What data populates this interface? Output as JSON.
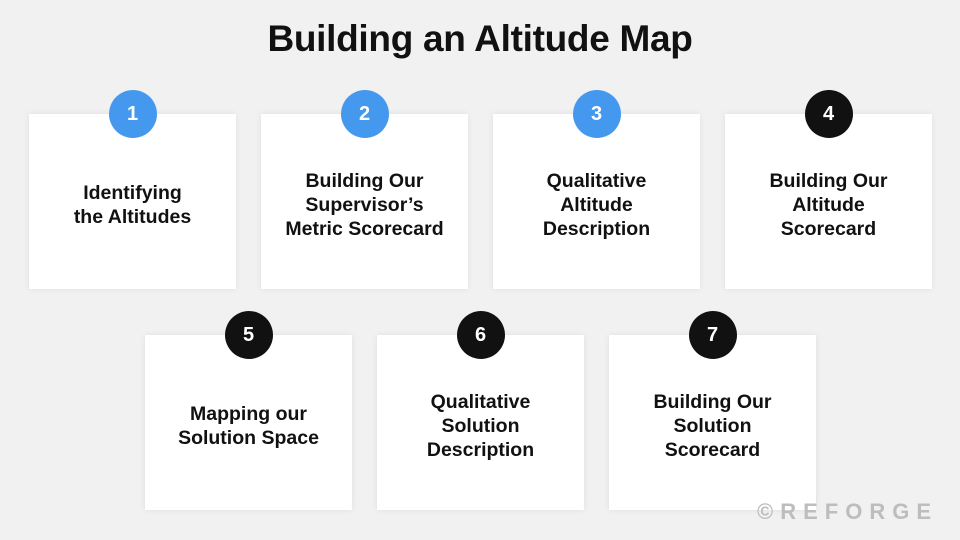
{
  "title": "Building an Altitude Map",
  "colors": {
    "blue": "#4499ee",
    "black": "#111111",
    "background": "#f1f1f1",
    "card": "#ffffff"
  },
  "steps": [
    {
      "number": "1",
      "label": "Identifying\nthe Altitudes",
      "badge_color": "blue"
    },
    {
      "number": "2",
      "label": "Building Our\nSupervisor’s\nMetric Scorecard",
      "badge_color": "blue"
    },
    {
      "number": "3",
      "label": "Qualitative\nAltitude\nDescription",
      "badge_color": "blue"
    },
    {
      "number": "4",
      "label": "Building Our\nAltitude\nScorecard",
      "badge_color": "black"
    },
    {
      "number": "5",
      "label": "Mapping our\nSolution Space",
      "badge_color": "black"
    },
    {
      "number": "6",
      "label": "Qualitative\nSolution\nDescription",
      "badge_color": "black"
    },
    {
      "number": "7",
      "label": "Building Our\nSolution\nScorecard",
      "badge_color": "black"
    }
  ],
  "brand": "©REFORGE"
}
